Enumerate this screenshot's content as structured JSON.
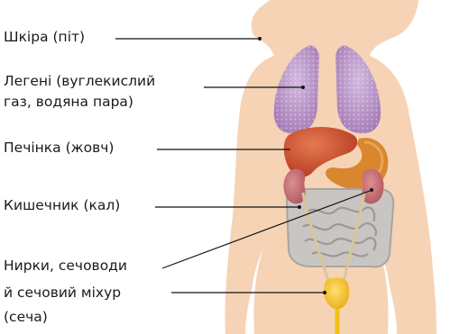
{
  "labels": {
    "skin": "Шкіра (піт)",
    "lungs_line1": "Легені (вуглекислий",
    "lungs_line2": "газ, водяна пара)",
    "liver": "Печінка (жовч)",
    "intestine": "Кишечник (кал)",
    "kidneys_line1": "Нирки, сечоводи",
    "kidneys_line2": "й сечовий міхур",
    "kidneys_line3": "(сеча)"
  },
  "colors": {
    "body": "#f6d3b5",
    "body_outline": "#e8b894",
    "lungs": "#b48bc4",
    "lungs_light": "#cbb0d8",
    "liver": "#c8442a",
    "liver_light": "#dd6a44",
    "stomach": "#d07a2a",
    "kidney": "#c06a70",
    "intestine": "#c3bfbd",
    "intestine_dark": "#a49f9c",
    "bladder": "#f2c01a",
    "ureter": "#d8c79a",
    "leader_line": "#111111"
  }
}
